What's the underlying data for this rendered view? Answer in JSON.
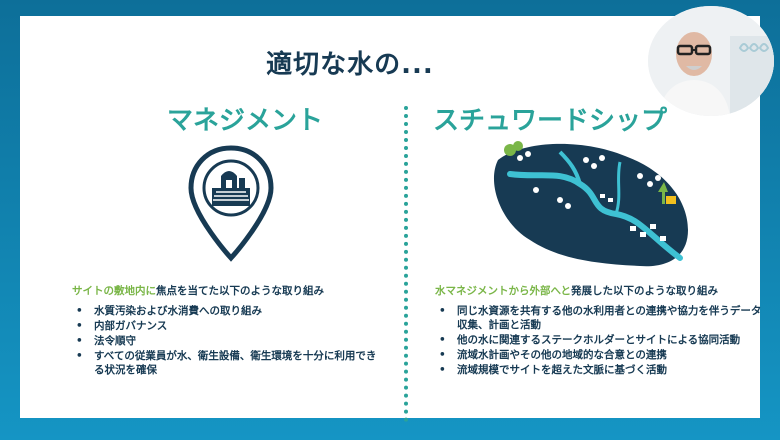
{
  "slide": {
    "title": "適切な水の...",
    "left": {
      "heading": "マネジメント",
      "intro_accent": "サイトの敷地内に",
      "intro_rest": "焦点を当てた以下のような取り組み",
      "bullets": [
        "水質汚染および水消費への取り組み",
        "内部ガバナンス",
        "法令順守",
        "すべての従業員が水、衛生設備、衛生環境を十分に利用できる状況を確保"
      ]
    },
    "right": {
      "heading": "スチュワードシップ",
      "intro_accent": "水マネジメントから外部へと",
      "intro_rest": "発展した以下のような取り組み",
      "bullets": [
        "同じ水資源を共有する他の水利用者との連携や協力を伴うデータ収集、計画と活動",
        "他の水に関連するステークホルダーとサイトによる協同活動",
        "流域水計画やその他の地域的な合意との連携",
        "流域規模でサイトを超えた文脈に基づく活動"
      ]
    }
  },
  "icons": {
    "pin": "farm-location-pin-icon",
    "map": "watershed-map-icon"
  },
  "colors": {
    "accent_teal": "#2aa39a",
    "accent_green": "#7ab648",
    "navy": "#173a53",
    "frame_blue": "#1595c4"
  }
}
